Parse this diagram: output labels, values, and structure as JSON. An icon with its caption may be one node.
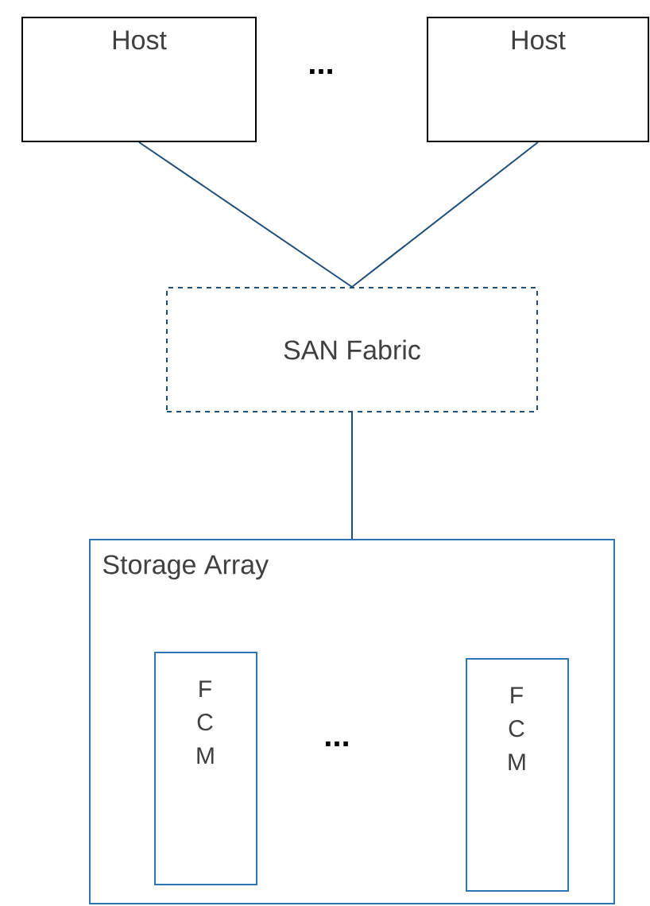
{
  "diagram": {
    "nodes": [
      {
        "text": [
          "Host"
        ]
      },
      {
        "text": [
          "Host"
        ]
      },
      {
        "text": [
          "SAN Fabric"
        ]
      },
      {
        "text": [
          "Storage Array"
        ]
      },
      {
        "text": [
          "F C M"
        ],
        "in": 3
      },
      {
        "text": [
          "F C M"
        ],
        "in": 3
      }
    ],
    "edges": [
      {
        "from": 0,
        "to": 2,
        "arrow": "none"
      },
      {
        "from": 1,
        "to": 2,
        "arrow": "none"
      },
      {
        "from": 2,
        "to": 3,
        "arrow": "none"
      }
    ],
    "labels": [
      "...",
      "..."
    ]
  }
}
